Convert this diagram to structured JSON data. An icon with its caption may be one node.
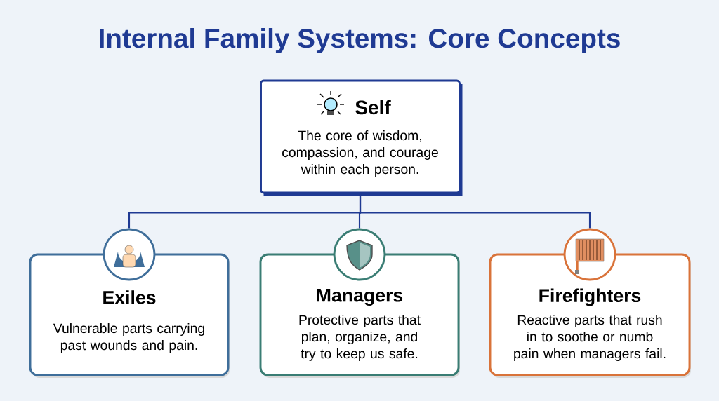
{
  "diagram": {
    "title": "Internal Family Systems: Core Concepts",
    "nodes": [
      {
        "text": [
          "Self",
          "The core of wisdom, compassion, and courage within each person."
        ]
      },
      {
        "text": [
          "Exiles",
          "Vulnerable parts carrying past wounds and pain."
        ]
      },
      {
        "text": [
          "Managers",
          "Protective parts that plan, organize, and try to keep us safe."
        ]
      },
      {
        "text": [
          "Firefighters",
          "Reactive parts that rush in to soothe or numb pain when managers fail."
        ]
      }
    ],
    "edges": [
      {
        "from": 0,
        "to": 1,
        "arrow": "none"
      },
      {
        "from": 0,
        "to": 2,
        "arrow": "none"
      },
      {
        "from": 0,
        "to": 3,
        "arrow": "none"
      }
    ]
  }
}
